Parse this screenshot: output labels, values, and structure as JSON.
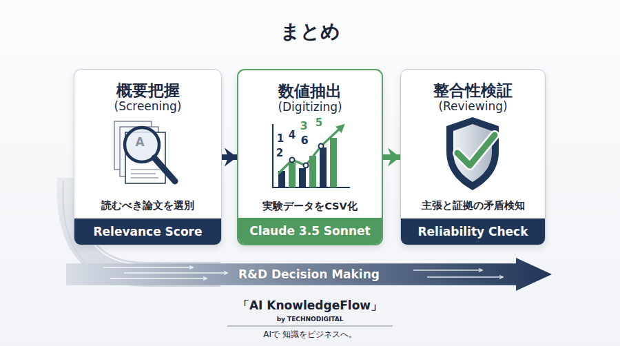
{
  "diagram": {
    "title": "まとめ",
    "caption": "「AI KnowledgeFlow」",
    "nodes": [
      {
        "text": [
          "概要把握",
          "(Screening)",
          "読むべき論文を選別"
        ]
      },
      {
        "text": [
          "Relevance Score"
        ],
        "in": 0
      },
      {
        "text": [
          "数値抽出",
          "(Digitizing)",
          "実験データをCSV化"
        ]
      },
      {
        "text": [
          "Claude 3.5 Sonnet"
        ],
        "in": 2
      },
      {
        "text": [
          "整合性検証",
          "(Reviewing)",
          "主張と証拠の矛盾検知"
        ]
      },
      {
        "text": [
          "Reliability Check"
        ],
        "in": 4
      },
      {
        "text": [
          "R&D Decision Making"
        ]
      }
    ],
    "edges": [
      {
        "from": 0,
        "to": 2,
        "arrow": "to"
      },
      {
        "from": 2,
        "to": 4,
        "arrow": "to"
      }
    ],
    "labels": [
      "A",
      "3",
      "5",
      "1",
      "4",
      "6",
      "2",
      "by TECHNODIGITAL",
      "AIで 知識をビジネスへ。"
    ]
  }
}
